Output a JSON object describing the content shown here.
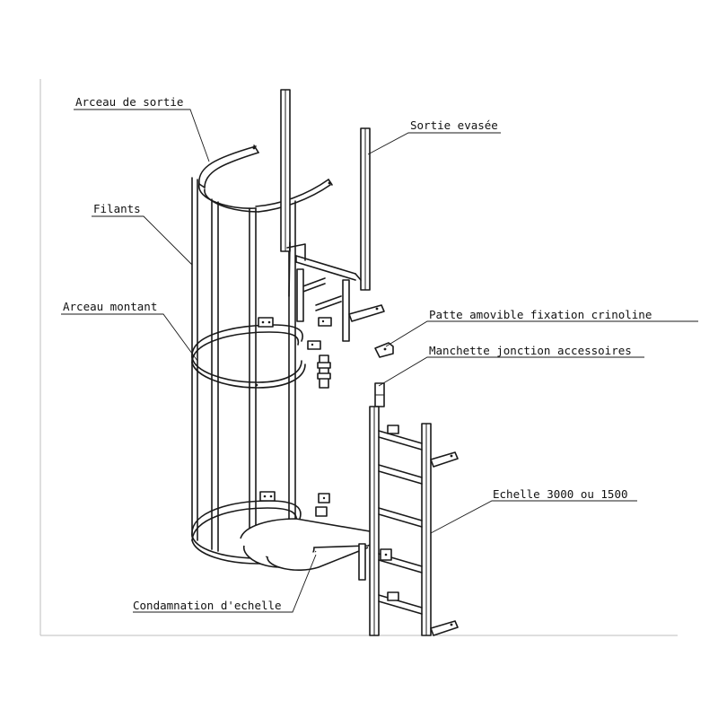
{
  "labels": {
    "arceau_sortie": "Arceau de sortie",
    "sortie_evasee": "Sortie evasée",
    "filants": "Filants",
    "arceau_montant": "Arceau montant",
    "patte_amovible": "Patte amovible fixation crinoline",
    "manchette": "Manchette jonction accessoires",
    "echelle": "Echelle 3000 ou 1500",
    "condamnation": "Condamnation d'echelle"
  },
  "colors": {
    "line": "#1a1a1a",
    "frame": "#bdbdbd",
    "background": "#ffffff"
  }
}
